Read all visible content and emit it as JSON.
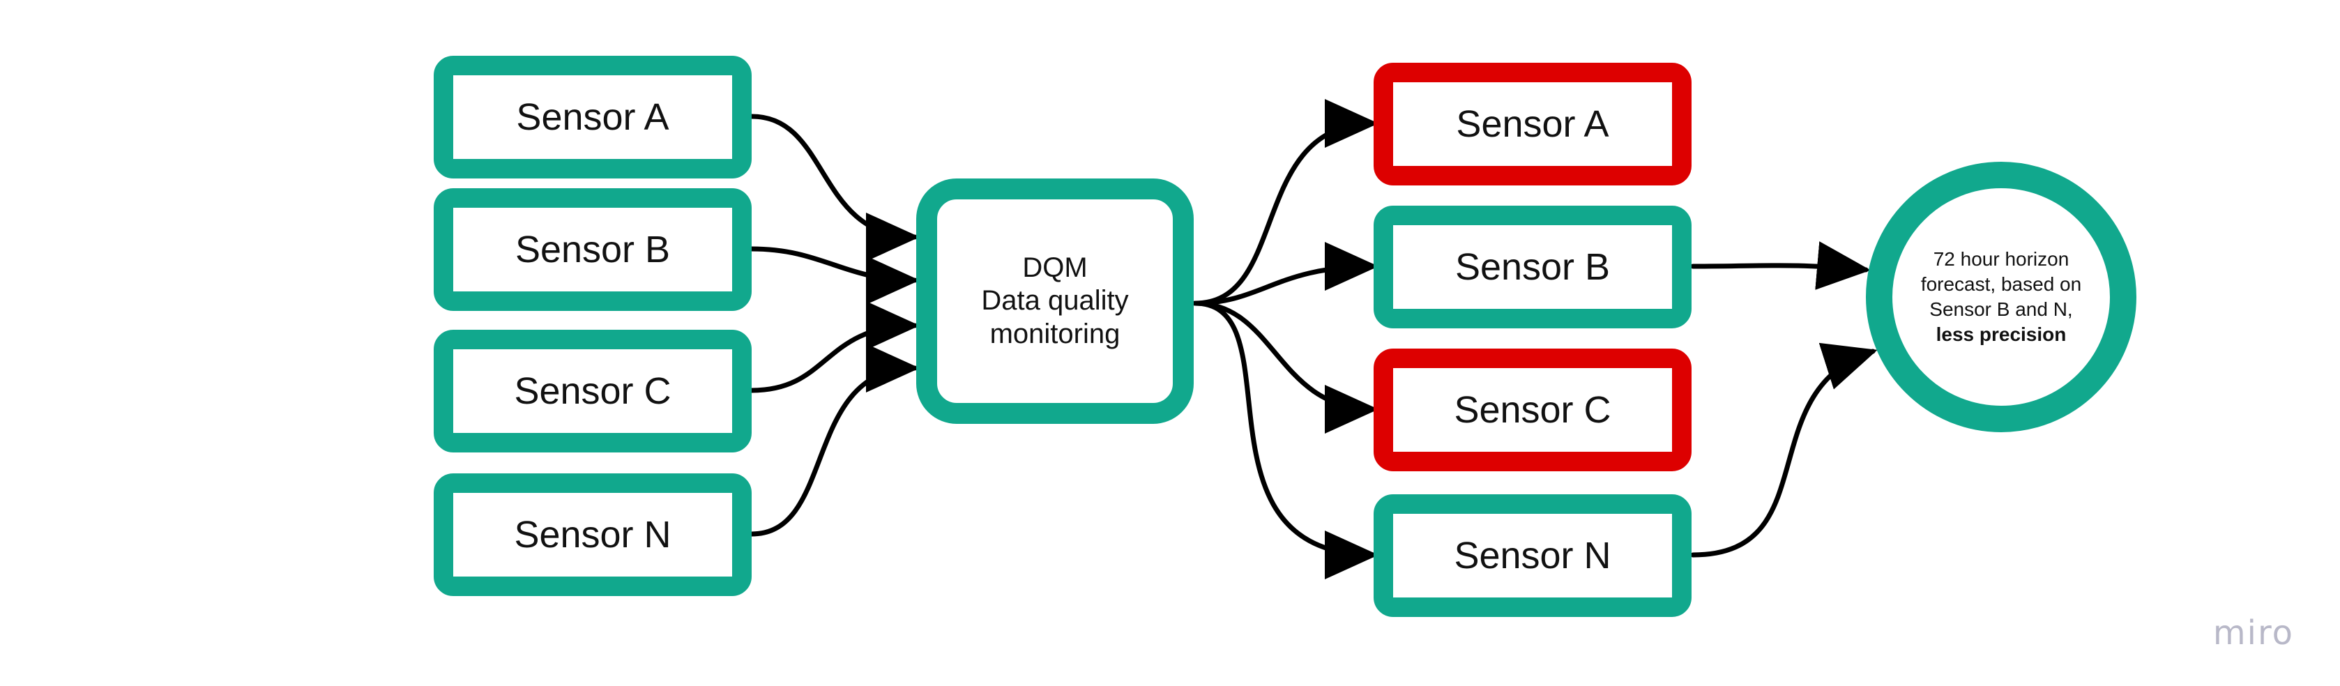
{
  "diagram": {
    "inputs": [
      {
        "label": "Sensor A"
      },
      {
        "label": "Sensor B"
      },
      {
        "label": "Sensor C"
      },
      {
        "label": "Sensor N"
      }
    ],
    "monitor": {
      "line1": "DQM",
      "line2": "Data quality",
      "line3": "monitoring"
    },
    "outputs": [
      {
        "label": "Sensor A",
        "status": "failed",
        "color": "#dd0000"
      },
      {
        "label": "Sensor B",
        "status": "ok",
        "color": "#11a88d"
      },
      {
        "label": "Sensor C",
        "status": "failed",
        "color": "#dd0000"
      },
      {
        "label": "Sensor N",
        "status": "ok",
        "color": "#11a88d"
      }
    ],
    "forecast": {
      "line1": "72 hour horizon",
      "line2": "forecast, based on",
      "line3": "Sensor B and N,",
      "line4": "less precision"
    }
  },
  "watermark": "miro",
  "colors": {
    "ok": "#11a88d",
    "failed": "#dd0000",
    "connector": "#000000",
    "watermark": "#b8b8c8"
  }
}
